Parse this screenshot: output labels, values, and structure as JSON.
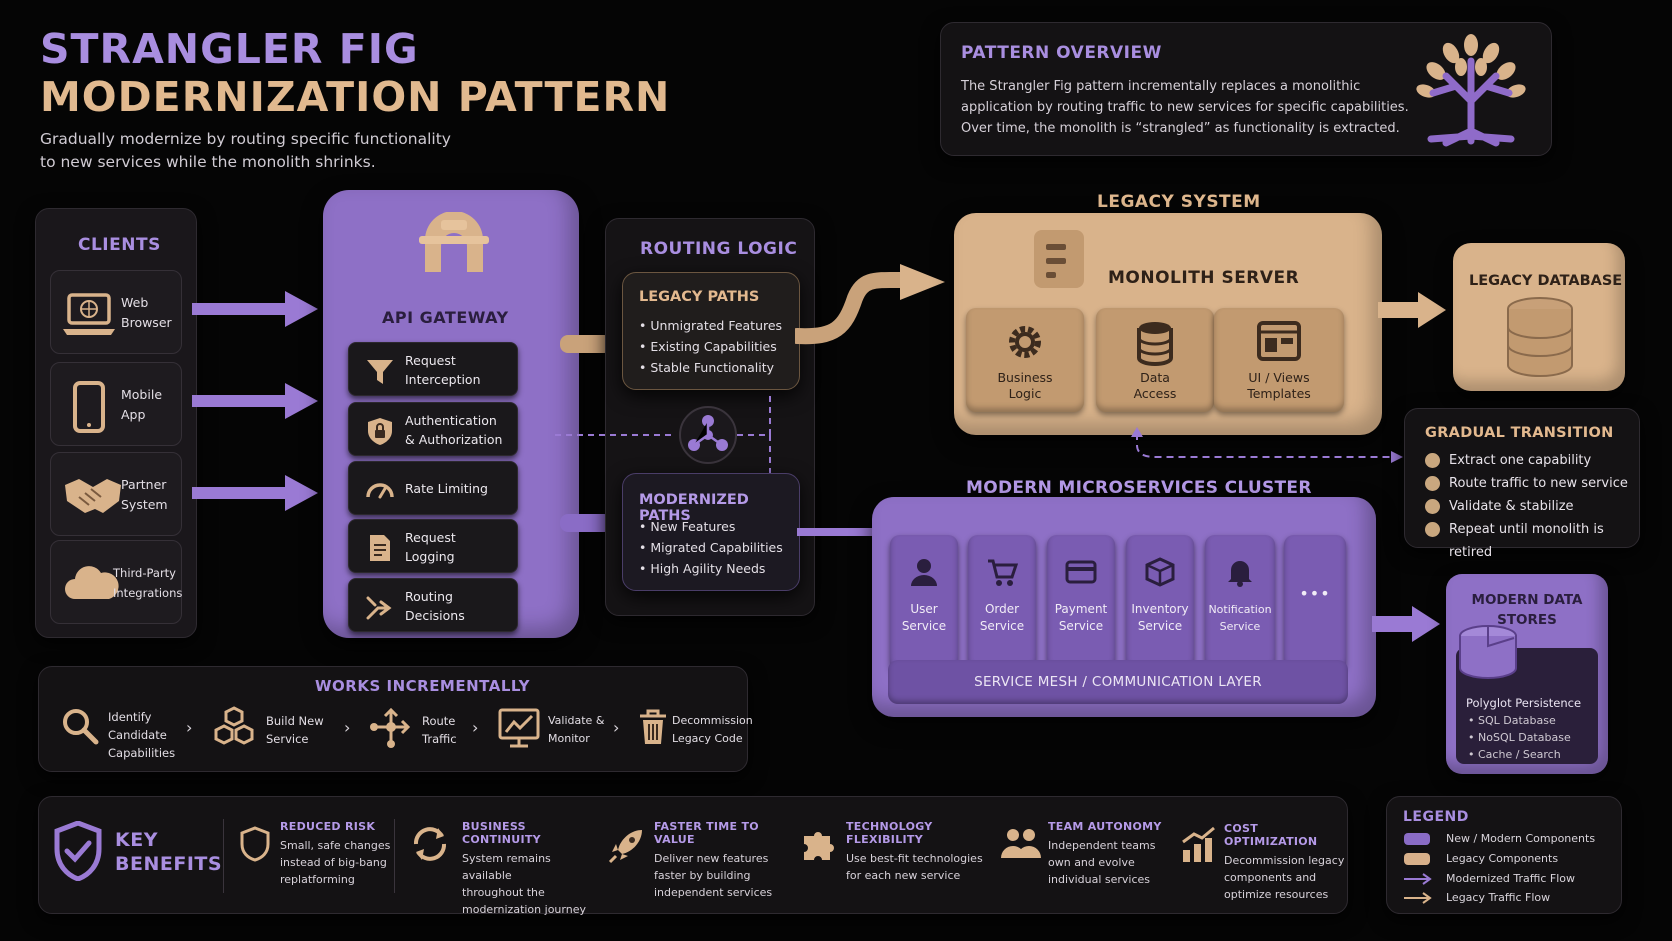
{
  "title": {
    "line1": "STRANGLER FIG",
    "line2": "MODERNIZATION PATTERN",
    "subtitle1": "Gradually modernize by routing specific functionality",
    "subtitle2": "to new services while the monolith shrinks."
  },
  "overview": {
    "heading": "PATTERN OVERVIEW",
    "lines": [
      "The Strangler Fig pattern incrementally replaces a monolithic",
      "application by routing traffic to new services for specific capabilities.",
      "Over time, the monolith is “strangled” as functionality is extracted."
    ],
    "icon": "tree-icon"
  },
  "clients": {
    "heading": "CLIENTS",
    "items": [
      {
        "l1": "Web",
        "l2": "Browser",
        "icon": "laptop-icon"
      },
      {
        "l1": "Mobile",
        "l2": "App",
        "icon": "phone-icon"
      },
      {
        "l1": "Partner",
        "l2": "System",
        "icon": "handshake-icon"
      },
      {
        "l1": "Third-Party",
        "l2": "Integrations",
        "icon": "cloud-icon"
      }
    ]
  },
  "gateway": {
    "heading": "API GATEWAY",
    "items": [
      {
        "l1": "Request",
        "l2": "Interception",
        "icon": "funnel-icon"
      },
      {
        "l1": "Authentication",
        "l2": "& Authorization",
        "icon": "lock-icon"
      },
      {
        "l1": "Rate Limiting",
        "l2": "",
        "icon": "gauge-icon"
      },
      {
        "l1": "Request",
        "l2": "Logging",
        "icon": "document-icon"
      },
      {
        "l1": "Routing",
        "l2": "Decisions",
        "icon": "split-arrow-icon"
      }
    ]
  },
  "routing": {
    "heading": "ROUTING LOGIC",
    "legacy": {
      "heading": "LEGACY PATHS",
      "items": [
        "Unmigrated Features",
        "Existing Capabilities",
        "Stable Functionality"
      ]
    },
    "modern": {
      "heading": "MODERNIZED PATHS",
      "items": [
        "New Features",
        "Migrated Capabilities",
        "High Agility Needs"
      ]
    }
  },
  "legacy": {
    "heading": "LEGACY SYSTEM",
    "server": "MONOLITH SERVER",
    "items": [
      {
        "l1": "Business",
        "l2": "Logic",
        "icon": "gear-icon"
      },
      {
        "l1": "Data",
        "l2": "Access",
        "icon": "database-icon"
      },
      {
        "l1": "UI / Views",
        "l2": "Templates",
        "icon": "window-icon"
      }
    ],
    "database": "LEGACY DATABASE"
  },
  "transition": {
    "heading": "GRADUAL TRANSITION",
    "items": [
      "Extract one capability",
      "Route traffic to new service",
      "Validate & stabilize",
      "Repeat until monolith is retired"
    ]
  },
  "cluster": {
    "heading": "MODERN MICROSERVICES CLUSTER",
    "services": [
      {
        "l1": "User",
        "l2": "Service",
        "icon": "user-icon"
      },
      {
        "l1": "Order",
        "l2": "Service",
        "icon": "cart-icon"
      },
      {
        "l1": "Payment",
        "l2": "Service",
        "icon": "card-icon"
      },
      {
        "l1": "Inventory",
        "l2": "Service",
        "icon": "box-icon"
      },
      {
        "l1": "Notification",
        "l2": "Service",
        "icon": "bell-icon"
      },
      {
        "l1": "•••",
        "l2": "",
        "icon": "more-icon"
      }
    ],
    "mesh": "SERVICE MESH / COMMUNICATION LAYER"
  },
  "stores": {
    "heading1": "MODERN DATA",
    "heading2": "STORES",
    "title": "Polyglot Persistence",
    "items": [
      "SQL Database",
      "NoSQL Database",
      "Cache / Search"
    ]
  },
  "incremental": {
    "heading": "WORKS INCREMENTALLY",
    "steps": [
      {
        "lines": [
          "Identify",
          "Candidate",
          "Capabilities"
        ],
        "icon": "magnifier-icon"
      },
      {
        "lines": [
          "Build New",
          "Service"
        ],
        "icon": "hexagons-icon"
      },
      {
        "lines": [
          "Route",
          "Traffic"
        ],
        "icon": "route-icon"
      },
      {
        "lines": [
          "Validate &",
          "Monitor"
        ],
        "icon": "monitor-chart-icon"
      },
      {
        "lines": [
          "Decommission",
          "Legacy Code"
        ],
        "icon": "trash-icon"
      }
    ]
  },
  "benefits": {
    "heading1": "KEY",
    "heading2": "BENEFITS",
    "items": [
      {
        "title": "REDUCED RISK",
        "lines": [
          "Small, safe changes",
          "instead of big-bang",
          "replatforming"
        ],
        "icon": "shield-icon"
      },
      {
        "title": "BUSINESS CONTINUITY",
        "lines": [
          "System remains available",
          "throughout the",
          "modernization journey"
        ],
        "icon": "cycle-icon"
      },
      {
        "title": "FASTER TIME TO VALUE",
        "lines": [
          "Deliver new features",
          "faster by building",
          "independent services"
        ],
        "icon": "rocket-icon"
      },
      {
        "title": "TECHNOLOGY FLEXIBILITY",
        "lines": [
          "Use best-fit technologies",
          "for each new service"
        ],
        "icon": "puzzle-icon"
      },
      {
        "title": "TEAM AUTONOMY",
        "lines": [
          "Independent teams",
          "own and evolve",
          "individual services"
        ],
        "icon": "team-icon"
      },
      {
        "title": "COST OPTIMIZATION",
        "lines": [
          "Decommission legacy",
          "components and",
          "optimize resources"
        ],
        "icon": "growth-chart-icon"
      }
    ]
  },
  "legend": {
    "heading": "LEGEND",
    "items": [
      "New / Modern Components",
      "Legacy Components",
      "Modernized Traffic Flow",
      "Legacy Traffic Flow"
    ],
    "colors": {
      "modern": "#8a6cc6",
      "legacy": "#d8b08a"
    }
  }
}
